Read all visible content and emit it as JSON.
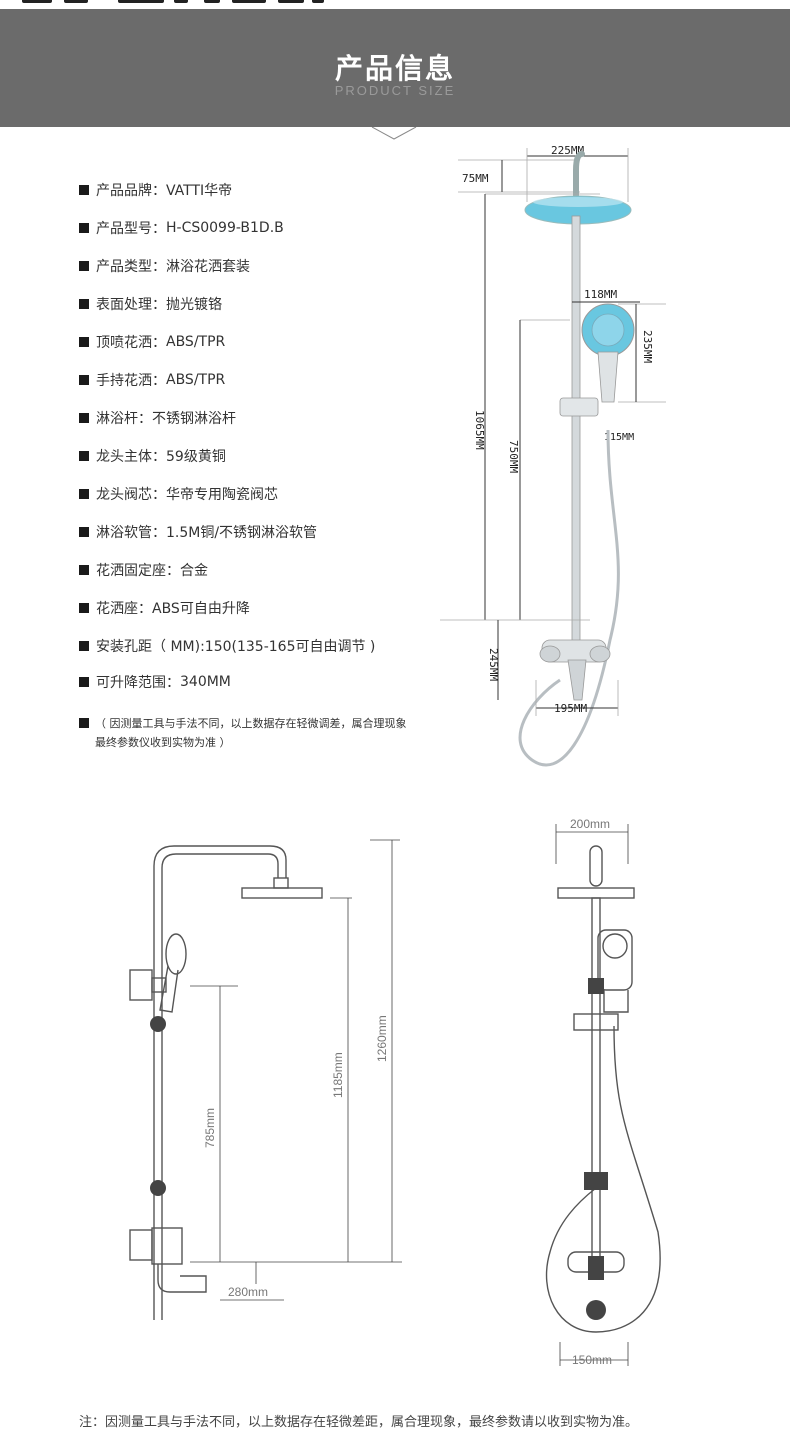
{
  "header": {
    "title": "产品信息",
    "subtitle": "PRODUCT SIZE"
  },
  "specs": [
    {
      "label": "产品品牌：",
      "value": "VATTI华帝"
    },
    {
      "label": "产品型号：",
      "value": "H-CS0099-B1D.B"
    },
    {
      "label": "产品类型：",
      "value": "淋浴花洒套装"
    },
    {
      "label": "表面处理：",
      "value": "抛光镀铬"
    },
    {
      "label": "顶喷花洒：",
      "value": "ABS/TPR"
    },
    {
      "label": "手持花洒：",
      "value": "ABS/TPR"
    },
    {
      "label": "淋浴杆：",
      "value": "不锈钢淋浴杆"
    },
    {
      "label": "龙头主体：",
      "value": "59级黄铜"
    },
    {
      "label": "龙头阀芯：",
      "value": "华帝专用陶瓷阀芯"
    },
    {
      "label": "淋浴软管：",
      "value": "1.5M铜/不锈钢淋浴软管"
    },
    {
      "label": "花洒固定座：",
      "value": "合金"
    },
    {
      "label": "花洒座：",
      "value": "ABS可自由升降"
    },
    {
      "label": "安装孔距（ MM):",
      "value": "150(135-165可自由调节 )"
    },
    {
      "label": "可升降范围：",
      "value": "340MM"
    }
  ],
  "note": {
    "line1": "（ 因测量工具与手法不同，以上数据存在轻微调差，属合理现象",
    "line2": "最终参数仪收到实物为准 ）"
  },
  "top_diagram": {
    "top_width": "225MM",
    "head_height": "75MM",
    "handheld_width": "118MM",
    "handheld_height": "235MM",
    "bracket_offset": "115MM",
    "total_height": "1065MM",
    "slide_height": "750MM",
    "mixer_height": "245MM",
    "mixer_width": "195MM"
  },
  "side_diagram": {
    "total_height": "1260mm",
    "head_to_mixer": "1185mm",
    "slide_height": "785mm",
    "spout_drop": "280mm"
  },
  "front_diagram": {
    "head_width": "200mm",
    "hole_spacing": "150mm"
  },
  "footer": {
    "note": "注：因测量工具与手法不同，以上数据存在轻微差距，属合理现象，最终参数请以收到实物为准。"
  }
}
